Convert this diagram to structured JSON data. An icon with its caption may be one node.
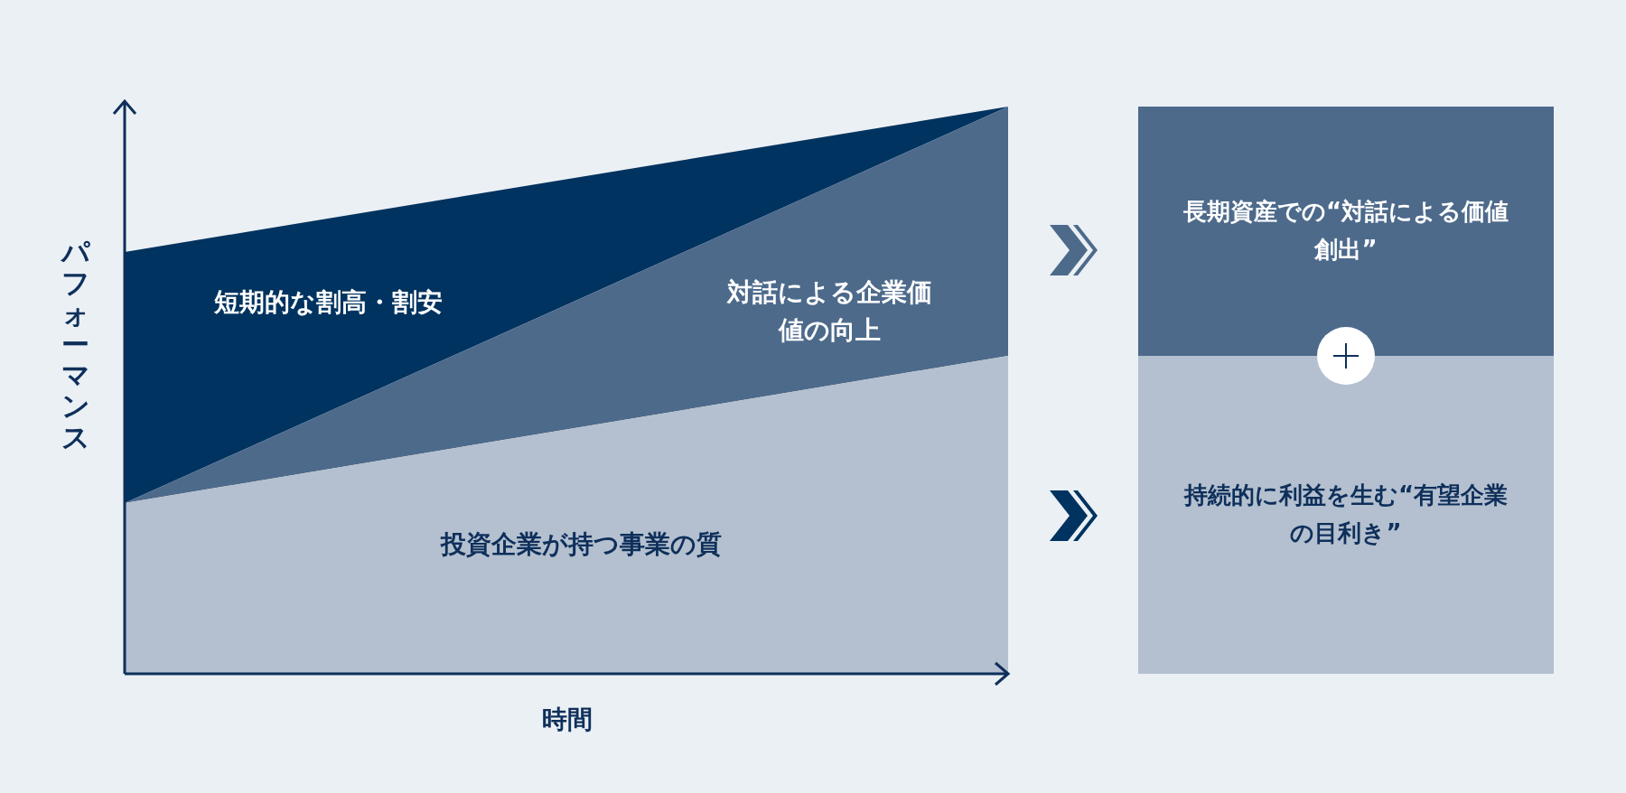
{
  "diagram": {
    "nodes": [
      {
        "text": [
          "短期的な割高・割安"
        ]
      },
      {
        "text": [
          "対話による企業価値の向上"
        ]
      },
      {
        "text": [
          "投資企業が持つ事業の質"
        ]
      },
      {
        "text": [
          "長期資産での“対話による価値創出”"
        ]
      },
      {
        "text": [
          "持続的に利益を生む“有望企業の目利き”"
        ]
      }
    ],
    "edges": [
      {
        "from": 1,
        "to": 3,
        "arrow": "to",
        "color": "#4d6a8b"
      },
      {
        "from": 2,
        "to": 4,
        "arrow": "to",
        "color": "#00335f"
      }
    ],
    "labels": [
      "パフォーマンス",
      "時間"
    ]
  }
}
